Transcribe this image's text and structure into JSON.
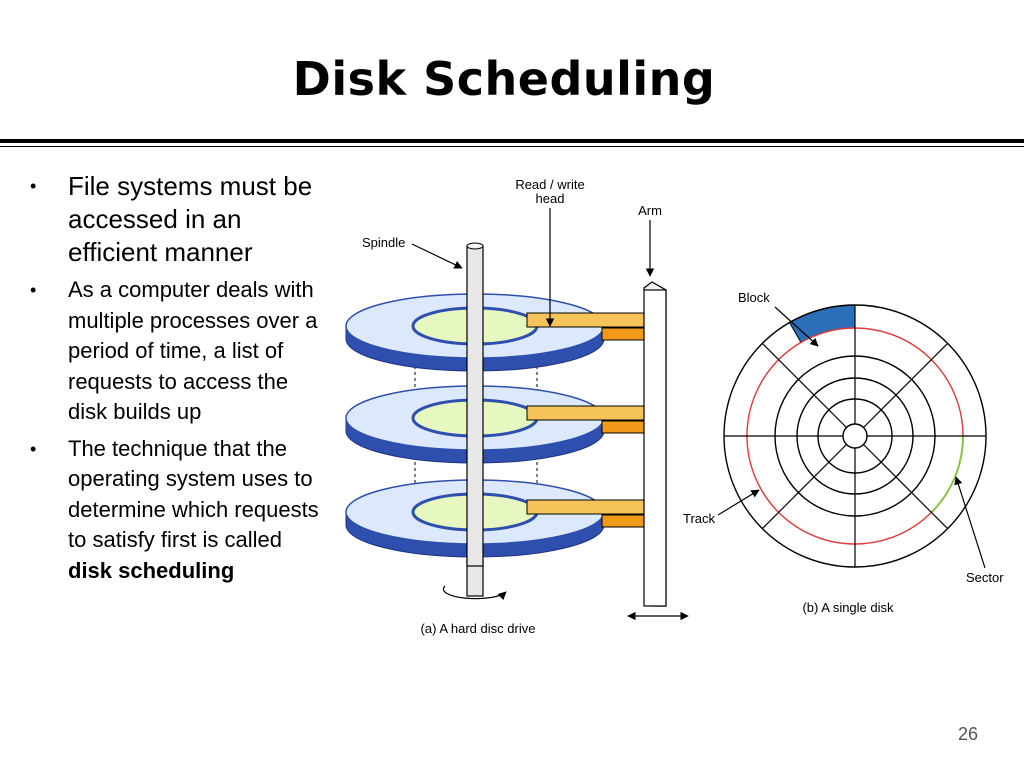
{
  "slide": {
    "title": "Disk Scheduling",
    "page_number": "26"
  },
  "bullets": [
    {
      "text": "File systems must be accessed in an efficient manner"
    },
    {
      "text": "As a computer deals with multiple processes over a period of time, a list of requests to access the disk builds up"
    },
    {
      "text_prefix": "The technique that the operating system uses to determine which requests to satisfy first is called ",
      "text_bold": "disk scheduling"
    }
  ],
  "diagram": {
    "labels": {
      "read_write_line1": "Read / write",
      "read_write_line2": "head",
      "arm": "Arm",
      "spindle": "Spindle",
      "block": "Block",
      "track": "Track",
      "sector": "Sector",
      "caption_a": "(a) A hard disc drive",
      "caption_b": "(b) A single disk"
    },
    "colors": {
      "platter_fill": "#dce8fb",
      "platter_edge": "#2f4fae",
      "hub_fill": "#e6f7c0",
      "head_arm": "#f6c35a",
      "head_arm_dark": "#f19a1a",
      "block": "#2a6fb8",
      "track_highlight": "#e03a3a",
      "sector_highlight": "#8ac240"
    }
  }
}
